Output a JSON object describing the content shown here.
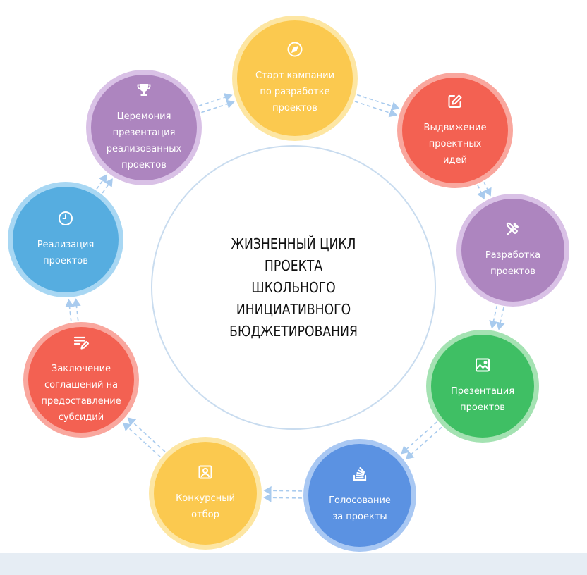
{
  "title_lines": [
    "ЖИЗНЕННЫЙ ЦИКЛ ПРОЕКТА",
    "ШКОЛЬНОГО ИНИЦИАТИВНОГО",
    "БЮДЖЕТИРОВАНИЯ"
  ],
  "stages": [
    {
      "id": "start",
      "icon": "compass-icon",
      "color": "#fbc94f",
      "ring": "#fde6a3",
      "label_lines": [
        "Старт кампании",
        "по разработке",
        "проектов"
      ]
    },
    {
      "id": "ideas",
      "icon": "edit-icon",
      "color": "#f36152",
      "ring": "#f9a79e",
      "label_lines": [
        "Выдвижение",
        "проектных",
        "идей"
      ]
    },
    {
      "id": "development",
      "icon": "tools-icon",
      "color": "#ad85bf",
      "ring": "#d9c1e6",
      "label_lines": [
        "Разработка",
        "проектов"
      ]
    },
    {
      "id": "presentation",
      "icon": "image-icon",
      "color": "#3fbf64",
      "ring": "#a4e2b2",
      "label_lines": [
        "Презентация",
        "проектов"
      ]
    },
    {
      "id": "voting",
      "icon": "stack-icon",
      "color": "#5b92e2",
      "ring": "#a9c8f3",
      "label_lines": [
        "Голосование",
        "за проекты"
      ]
    },
    {
      "id": "selection",
      "icon": "portrait-icon",
      "color": "#fbc94f",
      "ring": "#fde6a3",
      "label_lines": [
        "Конкурсный",
        "отбор"
      ]
    },
    {
      "id": "agreements",
      "icon": "notes-pen-icon",
      "color": "#f36152",
      "ring": "#f9a79e",
      "label_lines": [
        "Заключение",
        "соглашений на",
        "предоставление",
        "субсидий"
      ]
    },
    {
      "id": "implementation",
      "icon": "clock-icon",
      "color": "#56ade0",
      "ring": "#a8d7f3",
      "label_lines": [
        "Реализация",
        "проектов"
      ]
    },
    {
      "id": "ceremony",
      "icon": "trophy-icon",
      "color": "#ad85bf",
      "ring": "#d9c1e6",
      "label_lines": [
        "Церемония",
        "презентация",
        "реализованных",
        "проектов"
      ]
    }
  ],
  "arrow_color": "#a9cbee"
}
